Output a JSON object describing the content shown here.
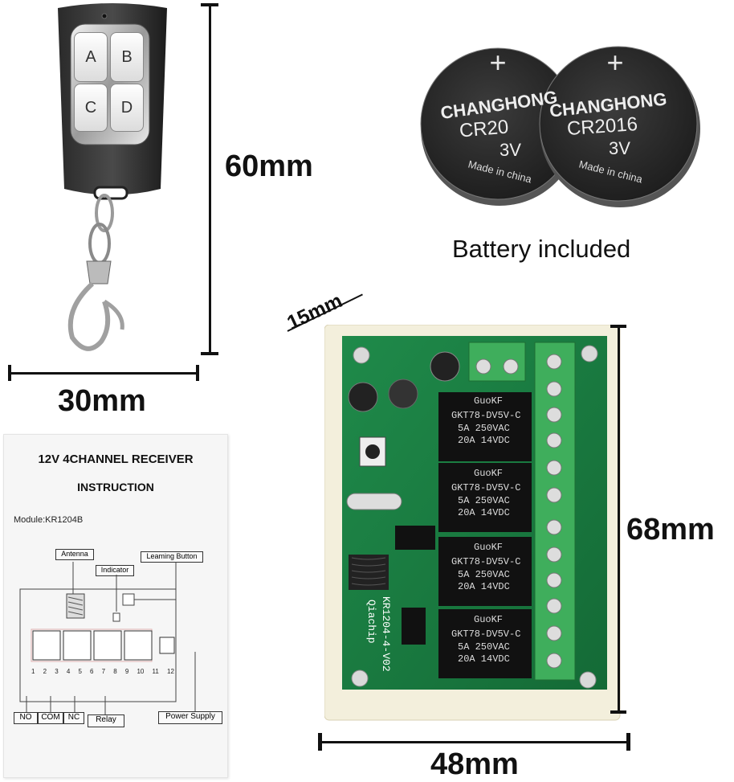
{
  "dimensions": {
    "remote_height": "60mm",
    "remote_width": "30mm",
    "board_depth": "15mm",
    "board_height": "68mm",
    "board_width": "48mm"
  },
  "remote": {
    "buttons": [
      "A",
      "B",
      "C",
      "D"
    ]
  },
  "batteries": {
    "brand": "CHANGHONG",
    "model_left": "CR20",
    "model_right": "CR2016",
    "voltage": "3V",
    "origin": "Made in china",
    "caption": "Battery included"
  },
  "manual": {
    "title": "12V 4CHANNEL RECEIVER",
    "subtitle": "INSTRUCTION",
    "module": "Module:KR1204B",
    "labels": {
      "antenna": "Antenna",
      "indicator": "Indicator",
      "learning_button": "Leaming Button",
      "no": "NO",
      "com": "COM",
      "nc": "NC",
      "relay": "Relay",
      "power_supply": "Power Supply"
    },
    "terminal_numbers": [
      "1",
      "2",
      "3",
      "4",
      "5",
      "6",
      "7",
      "8",
      "9",
      "10",
      "11",
      "12"
    ]
  },
  "board": {
    "relay_brand": "GuoKF",
    "relay_model": "GKT78-DV5V-C",
    "relay_rating_1": "5A 250VAC",
    "relay_rating_2": "20A 14VDC",
    "model": "KR1204-4-V02",
    "maker": "Qiachip"
  }
}
